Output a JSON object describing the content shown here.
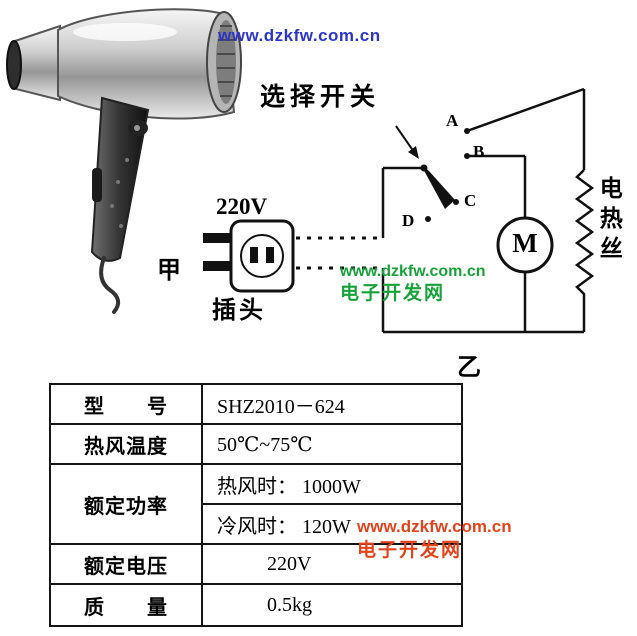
{
  "watermarks": {
    "top": "www.dzkfw.com.cn",
    "green_url": "www.dzkfw.com.cn",
    "green_name": "电子开发网",
    "red_url": "www.dzkfw.com.cn",
    "red_name": "电子开发网"
  },
  "diagram": {
    "selector_switch_label": "选择开关",
    "voltage_label": "220V",
    "plug_label": "插头",
    "figure_a_label": "甲",
    "figure_b_label": "乙",
    "motor_label": "M",
    "heating_wire_label": "电热丝",
    "contacts": [
      "A",
      "B",
      "C",
      "D"
    ]
  },
  "table": {
    "rows": [
      {
        "label": "型　　号",
        "value": "SHZ2010－624"
      },
      {
        "label": "热风温度",
        "value": "50℃~75℃"
      },
      {
        "label": "额定功率",
        "value_hot": "热风时： 1000W",
        "value_cold": "冷风时： 120W"
      },
      {
        "label": "额定电压",
        "value": "220V"
      },
      {
        "label": "质　　量",
        "value": "0.5kg"
      }
    ]
  },
  "colors": {
    "watermark_blue": "#2b35c8",
    "watermark_green": "#18a33a",
    "watermark_red": "#e2441c",
    "ink": "#111111"
  }
}
